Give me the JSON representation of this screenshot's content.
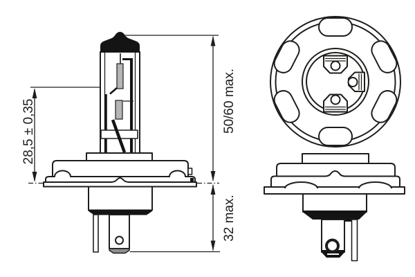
{
  "colors": {
    "background": "#ffffff",
    "line": "#1d1d1b",
    "solid_fill": "#141414",
    "filament_gray": "#b5b5b5",
    "tab_tip_gray": "#8f8f8f"
  },
  "dimensions": {
    "light_center": {
      "label": "28,5 ± 0,35"
    },
    "overall_max": {
      "label": "50/60 max."
    },
    "base_max": {
      "label": "32 max."
    }
  }
}
